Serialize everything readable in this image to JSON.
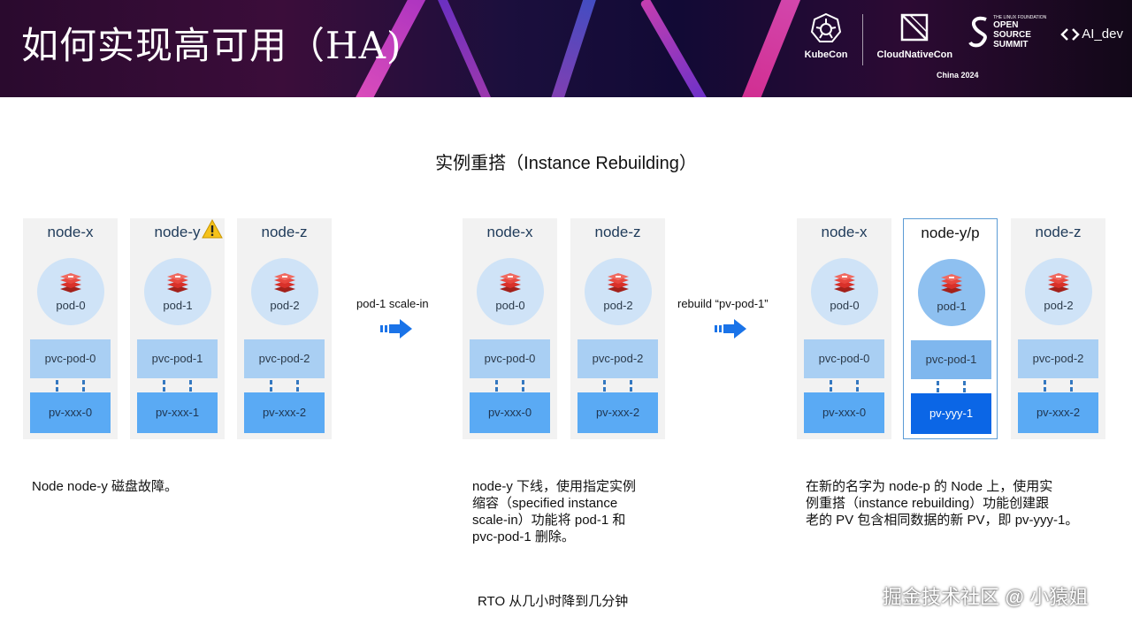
{
  "header": {
    "title": "如何实现高可用（HA)",
    "logos": {
      "kubecon": "KubeCon",
      "cloudnativecon": "CloudNativeCon",
      "oss_top": "THE LINUX FOUNDATION",
      "oss": "OPEN SOURCE SUMMIT",
      "ai_dev": "AI_dev",
      "location": "China 2024"
    }
  },
  "subtitle": "实例重搭（Instance Rebuilding）",
  "stages": [
    {
      "nodes": [
        {
          "name": "node-x",
          "pod": "pod-0",
          "pvc": "pvc-pod-0",
          "pv": "pv-xxx-0"
        },
        {
          "name": "node-y",
          "pod": "pod-1",
          "pvc": "pvc-pod-1",
          "pv": "pv-xxx-1",
          "warning": true
        },
        {
          "name": "node-z",
          "pod": "pod-2",
          "pvc": "pvc-pod-2",
          "pv": "pv-xxx-2"
        }
      ],
      "description": "Node node-y 磁盘故障。"
    },
    {
      "operation": "pod-1 scale-in",
      "nodes": [
        {
          "name": "node-x",
          "pod": "pod-0",
          "pvc": "pvc-pod-0",
          "pv": "pv-xxx-0"
        },
        {
          "name": "node-z",
          "pod": "pod-2",
          "pvc": "pvc-pod-2",
          "pv": "pv-xxx-2"
        }
      ],
      "description": [
        "node-y 下线，使用指定实例",
        "缩容（specified instance",
        "scale-in）功能将 pod-1 和",
        "pvc-pod-1 删除。"
      ]
    },
    {
      "operation": "rebuild “pv-pod-1”",
      "nodes": [
        {
          "name": "node-x",
          "pod": "pod-0",
          "pvc": "pvc-pod-0",
          "pv": "pv-xxx-0"
        },
        {
          "name": "node-y/p",
          "pod": "pod-1",
          "pvc": "pvc-pod-1",
          "pv": "pv-yyy-1",
          "highlight": true
        },
        {
          "name": "node-z",
          "pod": "pod-2",
          "pvc": "pvc-pod-2",
          "pv": "pv-xxx-2"
        }
      ],
      "description": [
        "在新的名字为 node-p 的 Node 上，使用实",
        "例重搭（instance rebuilding）功能创建跟",
        "老的 PV 包含相同数据的新 PV，即 pv-yyy-1。"
      ]
    }
  ],
  "footer": "RTO 从几小时降到几分钟",
  "watermark": "掘金技术社区 @ 小猿姐",
  "colors": {
    "node_bg": "#f2f2f2",
    "pod_circle": "#cfe3f7",
    "pvc": "#a9cff3",
    "pv": "#5aaaf4",
    "pv_new": "#0b66e6",
    "arrow": "#1a73e8",
    "redis_red": "#d8312a"
  }
}
